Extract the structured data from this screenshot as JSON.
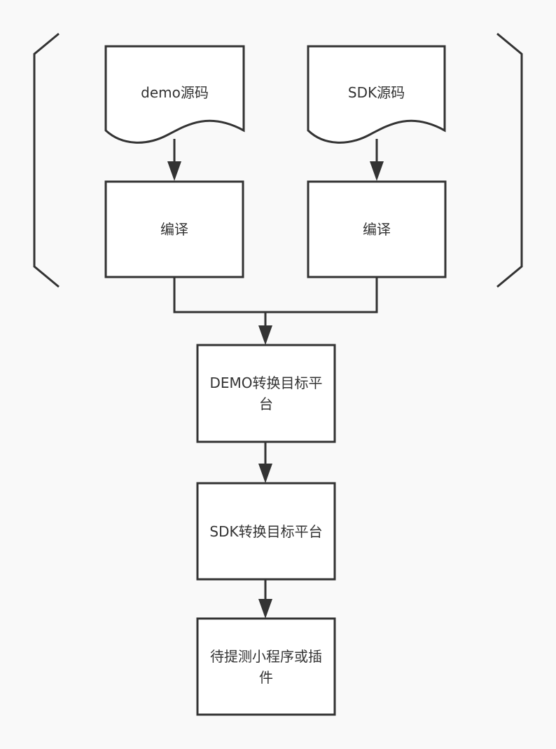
{
  "diagram": {
    "type": "flowchart",
    "colors": {
      "stroke": "#333333",
      "fill": "#ffffff",
      "background": "#f9f9f9",
      "text": "#333333"
    },
    "group": {
      "label": "",
      "members": [
        "demo_src",
        "demo_compile",
        "sdk_src",
        "sdk_compile"
      ]
    },
    "nodes": {
      "demo_src": {
        "shape": "document",
        "label": "demo源码"
      },
      "sdk_src": {
        "shape": "document",
        "label": "SDK源码"
      },
      "demo_compile": {
        "shape": "process",
        "label": "编译"
      },
      "sdk_compile": {
        "shape": "process",
        "label": "编译"
      },
      "demo_convert": {
        "shape": "process",
        "label": "DEMO转换目标平台"
      },
      "sdk_convert": {
        "shape": "process",
        "label": "SDK转换目标平台"
      },
      "output": {
        "shape": "process",
        "label": "待提测小程序或插件"
      }
    },
    "edges": [
      {
        "from": "demo_src",
        "to": "demo_compile"
      },
      {
        "from": "sdk_src",
        "to": "sdk_compile"
      },
      {
        "from": "demo_compile",
        "to": "demo_convert"
      },
      {
        "from": "sdk_compile",
        "to": "demo_convert"
      },
      {
        "from": "demo_convert",
        "to": "sdk_convert"
      },
      {
        "from": "sdk_convert",
        "to": "output"
      }
    ]
  }
}
